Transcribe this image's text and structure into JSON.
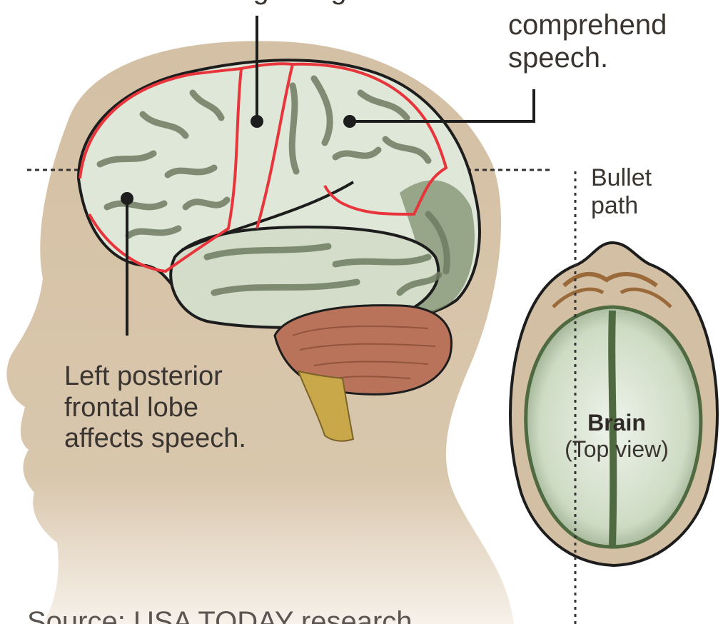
{
  "labels": {
    "top_partial": "...ing ... ing",
    "comprehend": "comprehend",
    "speech_end": "speech.",
    "frontal_line1": "Left posterior",
    "frontal_line2": "frontal lobe",
    "frontal_line3": "affects speech.",
    "bullet_line1": "Bullet",
    "bullet_line2": "path",
    "brain_title": "Brain",
    "brain_subtitle": "(Top view)",
    "source": "Source: USA TODAY research"
  },
  "colors": {
    "head": "#d3bfa3",
    "brain_light": "#dfe8d8",
    "brain_dark": "#6f7d62",
    "outline_red": "#e8343b",
    "cerebellum": "#b8735a",
    "brainstem": "#c9a84a",
    "text": "#3a3530"
  }
}
